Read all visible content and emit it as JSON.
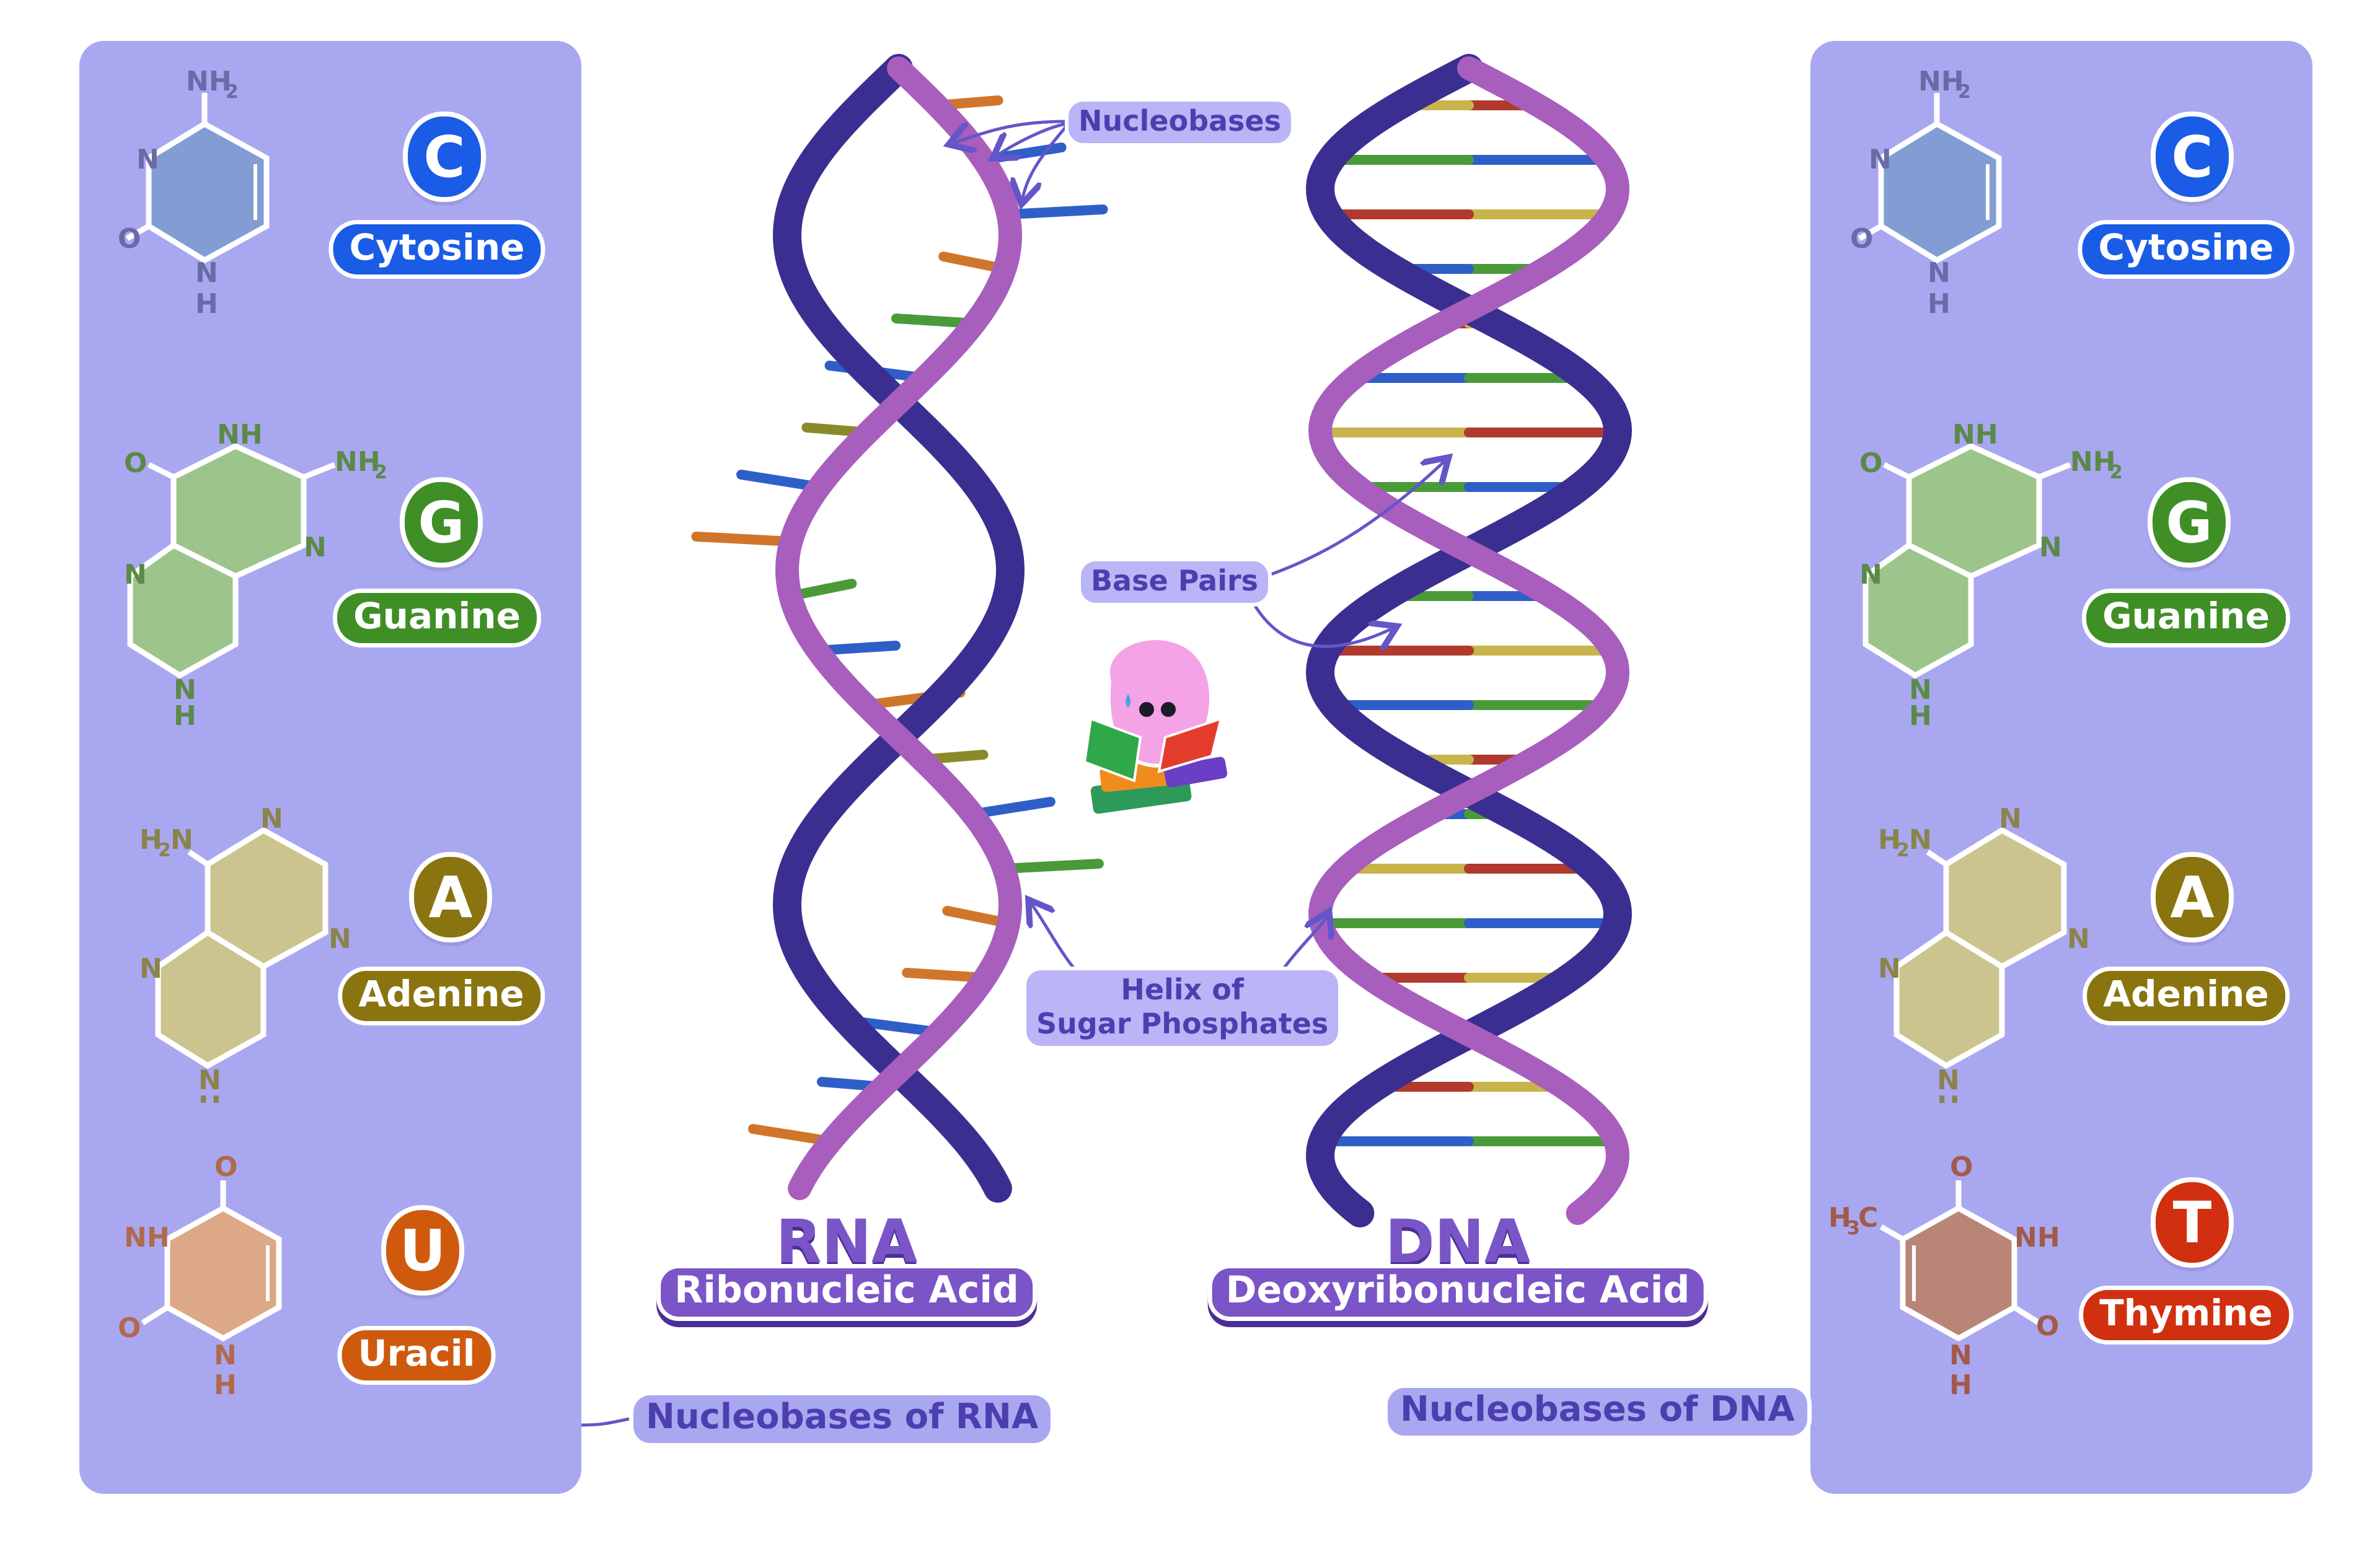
{
  "left_panel": {
    "caption": "Nucleobases of RNA",
    "bases": [
      {
        "letter": "C",
        "name": "Cytosine",
        "color": "#1a5ce6"
      },
      {
        "letter": "G",
        "name": "Guanine",
        "color": "#3f8f26"
      },
      {
        "letter": "A",
        "name": "Adenine",
        "color": "#8a7410"
      },
      {
        "letter": "U",
        "name": "Uracil",
        "color": "#cf5a0e"
      }
    ]
  },
  "right_panel": {
    "caption": "Nucleobases of DNA",
    "bases": [
      {
        "letter": "C",
        "name": "Cytosine",
        "color": "#1a5ce6"
      },
      {
        "letter": "G",
        "name": "Guanine",
        "color": "#3f8f26"
      },
      {
        "letter": "A",
        "name": "Adenine",
        "color": "#8a7410"
      },
      {
        "letter": "T",
        "name": "Thymine",
        "color": "#d0300f"
      }
    ]
  },
  "rna": {
    "title": "RNA",
    "subtitle": "Ribonucleic Acid"
  },
  "dna": {
    "title": "DNA",
    "subtitle": "Deoxyribonucleic Acid"
  },
  "callouts": {
    "nucleobases": "Nucleobases",
    "base_pairs": "Base Pairs",
    "helix_line1": "Helix of",
    "helix_line2": "Sugar Phosphates"
  },
  "molecules": {
    "cytosine": {
      "top": "NH",
      "top_sub": "2",
      "n_left": "N",
      "o": "O",
      "n_bottom": "N",
      "h": "H",
      "fill": "#819dd4"
    },
    "guanine": {
      "o": "O",
      "nh": "NH",
      "nh2": "NH",
      "nh2_sub": "2",
      "n_right": "N",
      "n_left": "N",
      "n_bottom": "N",
      "h": "H",
      "fill": "#9dc48a"
    },
    "adenine": {
      "h2n": "H",
      "h2n_sub": "2",
      "h2n_n": "N",
      "n_top": "N",
      "n_right": "N",
      "n_left": "N",
      "n_bottom": "N",
      "h": "H",
      "fill": "#cbc48f"
    },
    "uracil": {
      "o_top": "O",
      "nh": "NH",
      "o_left": "O",
      "n_bottom": "N",
      "h": "H",
      "fill": "#dca888"
    },
    "thymine": {
      "h3c": "H",
      "h3c_sub": "3",
      "h3c_c": "C",
      "o_top": "O",
      "nh": "NH",
      "o_right": "O",
      "n_bottom": "N",
      "h": "H",
      "fill": "#b98577"
    }
  },
  "colors": {
    "panel": "#aaa7f1",
    "helix_purple": "#4a3a9c",
    "helix_pink": "#a15ab8",
    "callout_text": "#4b3fb0",
    "title_purple": "#7b54c7"
  },
  "mascot": {
    "icon": "pink-blob-reading-books-icon"
  }
}
